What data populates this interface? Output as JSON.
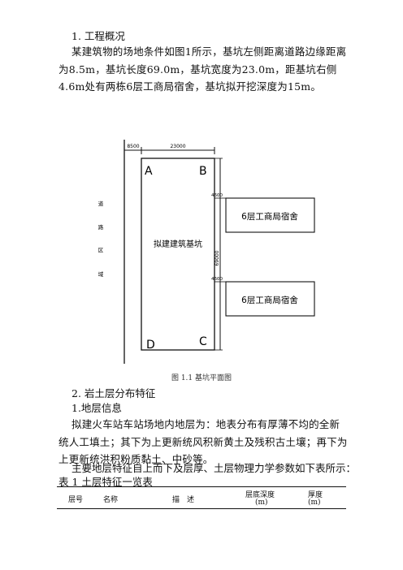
{
  "section1": {
    "heading": "1. 工程概况",
    "body": "某建筑物的场地条件如图1所示，基坑左侧距离道路边缘距离为8.5m，基坑长度69.0m，基坑宽度为23.0m，距基坑右侧4.6m处有两栋6层工商局宿舍，基坑拟开挖深度为15m。"
  },
  "figure": {
    "dim_left": "8500",
    "dim_top": "23000",
    "dim_right_1": "4600",
    "dim_right_2": "4600",
    "dim_length": "69000",
    "corner_a": "A",
    "corner_b": "B",
    "corner_c": "C",
    "corner_d": "D",
    "pit_label": "拟建建筑基坑",
    "building_1": "6层工商局宿舍",
    "building_2": "6层工商局宿舍",
    "road_label": [
      "道",
      "路",
      "区",
      "域"
    ],
    "caption": "图 1.1   基坑平面图"
  },
  "section2": {
    "heading": "2. 岩土层分布特征",
    "sub_heading": "1.地层信息",
    "body": "拟建火车站车站场地内地层为：地表分布有厚薄不均的全新统人工填土；其下为上更新统风积新黄土及残积古土壤；再下为上更新统洪积粉质黏土、中砂等。",
    "intro": "主要地层特征自上而下及层厚、土层物理力学参数如下表所示：",
    "table_title": "表 1 土层特征一览表"
  },
  "table": {
    "headers": {
      "layer": "层号",
      "name": "名称",
      "desc": "描　述",
      "depth": "层底深度",
      "depth_unit": "(m)",
      "thick": "厚度",
      "thick_unit": "(m)"
    }
  }
}
